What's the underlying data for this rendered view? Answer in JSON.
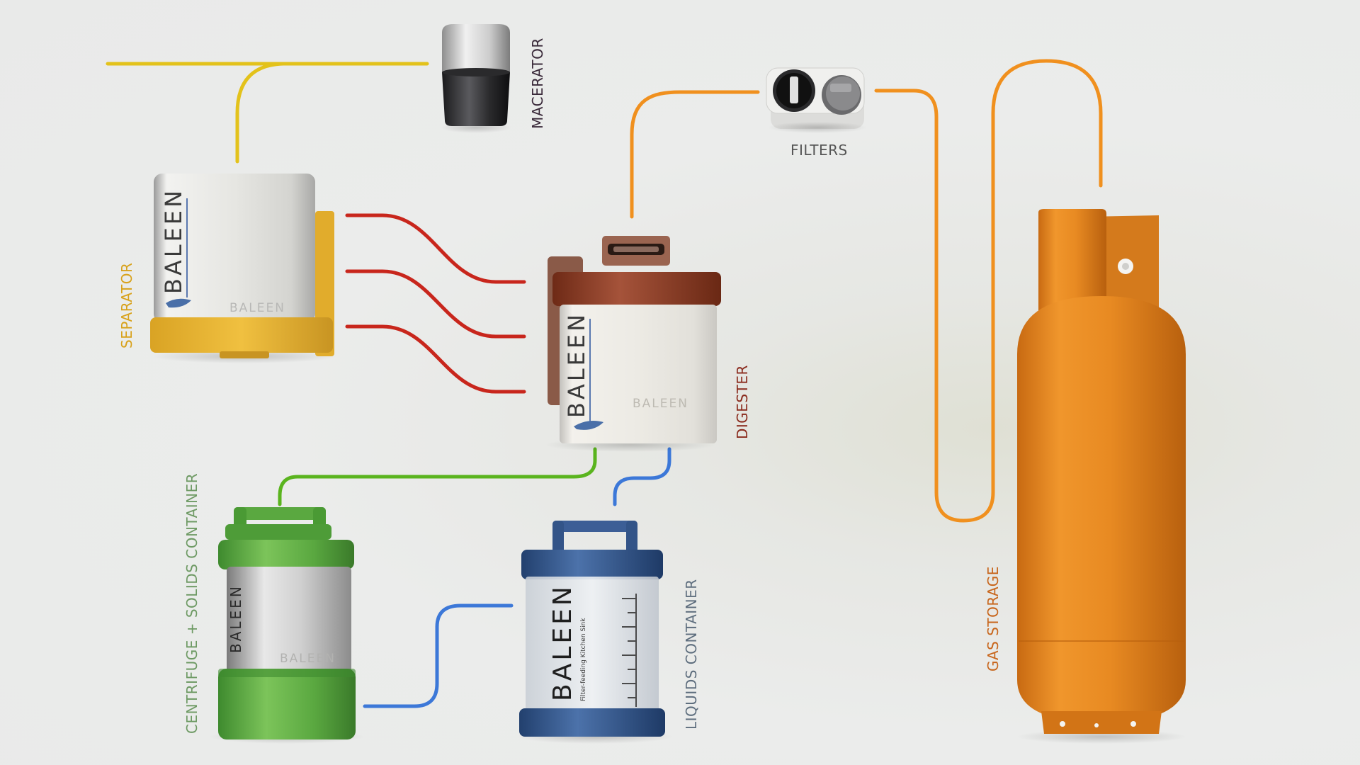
{
  "labels": {
    "macerator": "MACERATOR",
    "filters": "FILTERS",
    "separator": "SEPARATOR",
    "digester": "DIGESTER",
    "centrifuge": "CENTRIFUGE + SOLIDS CONTAINER",
    "liquids": "LIQUIDS CONTAINER",
    "gas_storage": "GAS STORAGE"
  },
  "brand": {
    "name": "BALEEN",
    "tagline": "Filter-feeding Kitchen Sink"
  },
  "colors": {
    "yellow_pipe": "#e3c21b",
    "red_pipe": "#c8261c",
    "orange_pipe": "#f0901e",
    "green_pipe": "#5ab41e",
    "blue_pipe": "#3c78d8",
    "separator_label": "#d8a21c",
    "digester_label": "#8a2a1c",
    "centrifuge_label": "#6e9a64",
    "liquids_label": "#5e6e7e",
    "gas_label": "#c8661c",
    "text_dark": "#3a2a3a",
    "text_gray": "#555555"
  }
}
